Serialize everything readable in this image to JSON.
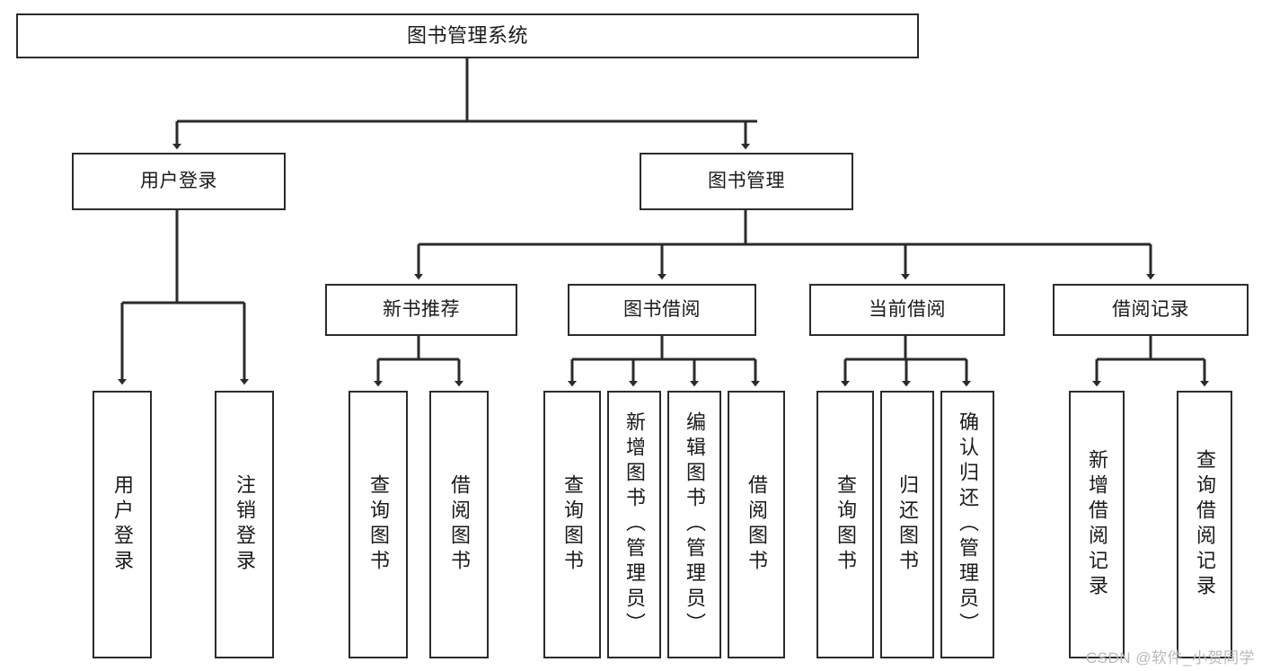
{
  "diagram": {
    "title": "图书管理系统",
    "type": "tree-hierarchy",
    "watermark": "CSDN @软件_小贺同学",
    "colors": {
      "stroke": "#2b2b2b",
      "fill": "#ffffff",
      "text": "#1a1a1a",
      "watermark": "#b9b9b9"
    },
    "nodes": {
      "root": {
        "label": "图书管理系统"
      },
      "level2": [
        {
          "label": "用户登录"
        },
        {
          "label": "图书管理"
        }
      ],
      "level3": [
        {
          "label": "新书推荐"
        },
        {
          "label": "图书借阅"
        },
        {
          "label": "当前借阅"
        },
        {
          "label": "借阅记录"
        }
      ],
      "leaves": {
        "user_login": [
          {
            "label": "用户登录"
          },
          {
            "label": "注销登录"
          }
        ],
        "new_book": [
          {
            "label": "查询图书"
          },
          {
            "label": "借阅图书"
          }
        ],
        "book_borrow": [
          {
            "label": "查询图书"
          },
          {
            "label": "新增图书（管理员）"
          },
          {
            "label": "编辑图书（管理员）"
          },
          {
            "label": "借阅图书"
          }
        ],
        "current_borrow": [
          {
            "label": "查询图书"
          },
          {
            "label": "归还图书"
          },
          {
            "label": "确认归还（管理员）"
          }
        ],
        "borrow_record": [
          {
            "label": "新增借阅记录"
          },
          {
            "label": "查询借阅记录"
          }
        ]
      }
    }
  }
}
